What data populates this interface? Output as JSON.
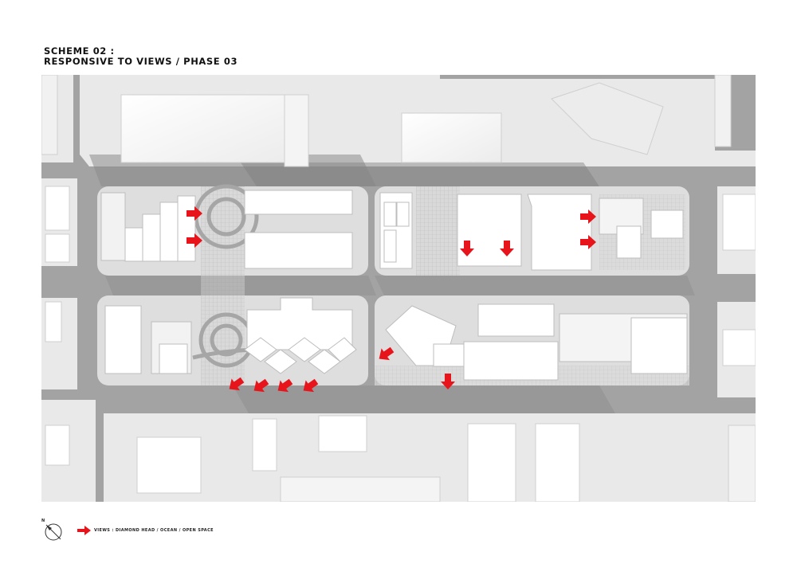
{
  "title": {
    "line1": "SCHEME 02 :",
    "line2": "RESPONSIVE TO VIEWS / PHASE 03"
  },
  "legend": {
    "arrow_label": "VIEWS : DIAMOND HEAD / OCEAN / OPEN SPACE",
    "arrow_color": "#e8141b",
    "north_letter": "N",
    "north_icon": "north-arrow-compass-icon"
  },
  "colors": {
    "road": "#9e9e9e",
    "block": "#e6e6e6",
    "building": "#ffffff",
    "shadow": "#8a8a8a",
    "view_arrow": "#e8141b"
  }
}
